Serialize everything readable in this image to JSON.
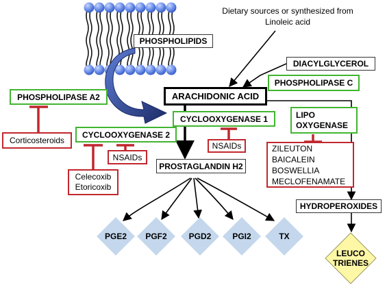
{
  "labels": {
    "phospholipids": "PHOSPHOLIPIDS",
    "dietary_line1": "Dietary sources or synthesized from",
    "dietary_line2": "Linoleic acid",
    "diacylglycerol": "DIACYLGLYCEROL",
    "phospholipase_a2": "PHOSPHOLIPASE A2",
    "arachidonic_acid": "ARACHIDONIC ACID",
    "phospholipase_c": "PHOSPHOLIPASE C",
    "cyclooxygenase_1": "CYCLOOXYGENASE 1",
    "lipo_line1": "LIPO",
    "lipo_line2": "OXYGENASE",
    "corticosteroids": "Corticosteroids",
    "cyclooxygenase_2": "CYCLOOXYGENASE 2",
    "nsaids_cox1": "NSAIDs",
    "nsaids_cox2": "NSAIDs",
    "lox_inhibitors": [
      "ZILEUTON",
      "BAICALEIN",
      "BOSWELLIA",
      "MECLOFENAMATE"
    ],
    "cox2_inhibitors": [
      "Celecoxib",
      "Etoricoxib"
    ],
    "prostaglandin_h2": "PROSTAGLANDIN H2",
    "hydroperoxides": "HYDROPEROXIDES",
    "products": [
      "PGE2",
      "PGF2",
      "PGD2",
      "PGI2",
      "TX"
    ],
    "leuco_line1": "LEUCO",
    "leuco_line2": "TRIENES"
  },
  "colors": {
    "enzyme_border": "#41b52f",
    "inhibitor": "#c1272d",
    "membrane_head": "#6b8fe8",
    "curved_arrow": "#1c2b66",
    "product_fill": "#c4d7ec",
    "leuco_fill": "#fdf7a6"
  },
  "icons": {
    "membrane": "lipid-bilayer-icon",
    "curved_arrow": "curved-arrow-icon"
  }
}
